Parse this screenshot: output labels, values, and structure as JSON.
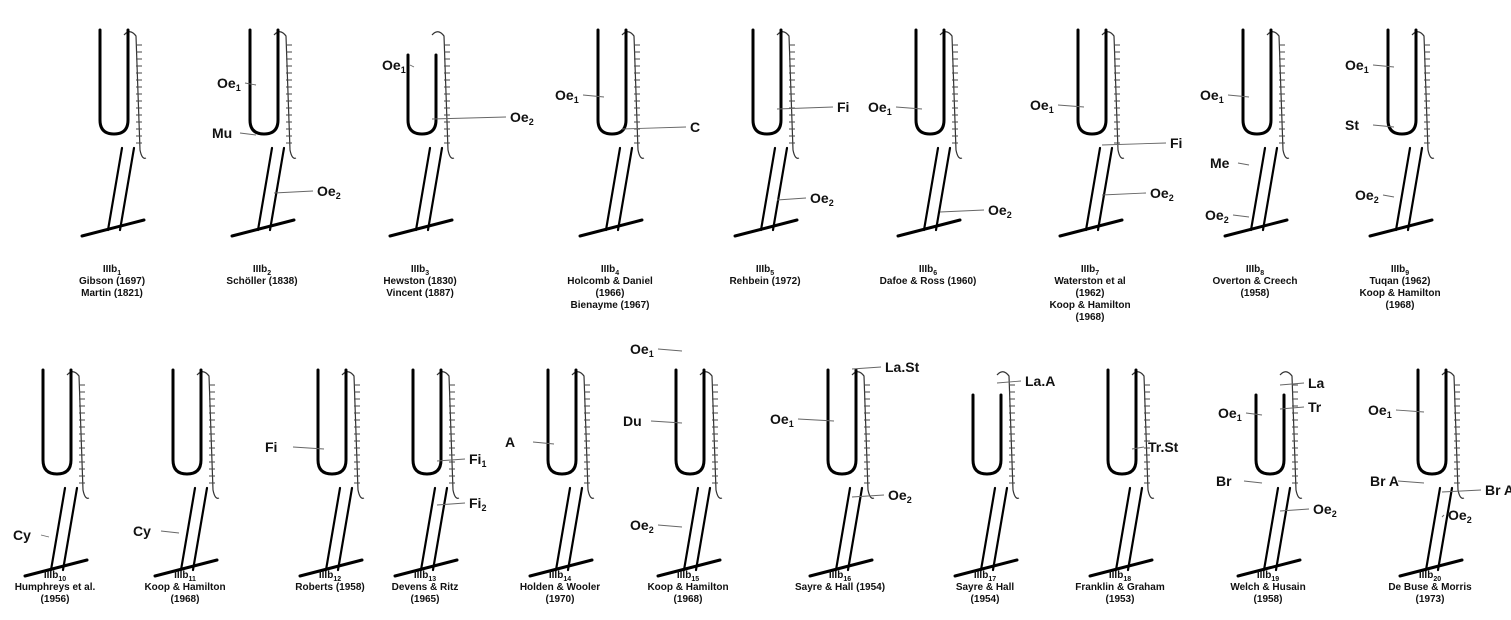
{
  "panels": [
    {
      "id": "b1",
      "caption": [
        "IIIb1",
        "Gibson (1697)",
        "Martin (1821)"
      ],
      "labels": []
    },
    {
      "id": "b2",
      "caption": [
        "IIIb2",
        "Schöller (1838)"
      ],
      "labels": [
        "Oe1",
        "Mu",
        "Oe2"
      ]
    },
    {
      "id": "b3",
      "caption": [
        "IIIb3",
        "Hewston (1830)",
        "Vincent (1887)"
      ],
      "labels": [
        "Oe1",
        "Oe2"
      ]
    },
    {
      "id": "b4",
      "caption": [
        "IIIb4",
        "Holcomb & Daniel",
        "(1966)",
        "Bienayme (1967)"
      ],
      "labels": [
        "Oe1",
        "C"
      ]
    },
    {
      "id": "b5",
      "caption": [
        "IIIb5",
        "Rehbein (1972)"
      ],
      "labels": [
        "Fi",
        "Oe2"
      ]
    },
    {
      "id": "b6",
      "caption": [
        "IIIb6",
        "Dafoe & Ross (1960)"
      ],
      "labels": [
        "Oe1",
        "Oe2"
      ]
    },
    {
      "id": "b7",
      "caption": [
        "IIIb7",
        "Waterston et al",
        "(1962)",
        "Koop & Hamilton",
        "(1968)"
      ],
      "labels": [
        "Oe1",
        "Fi",
        "Oe2"
      ]
    },
    {
      "id": "b8",
      "caption": [
        "IIIb8",
        "Overton & Creech",
        "(1958)"
      ],
      "labels": [
        "Oe1",
        "Me",
        "Oe2"
      ]
    },
    {
      "id": "b9",
      "caption": [
        "IIIb9",
        "Tuqan (1962)",
        "Koop & Hamilton",
        "(1968)"
      ],
      "labels": [
        "Oe1",
        "St",
        "Oe2"
      ]
    },
    {
      "id": "b10",
      "caption": [
        "IIIb10",
        "Humphreys et al.",
        "(1956)"
      ],
      "labels": [
        "Cy"
      ]
    },
    {
      "id": "b11",
      "caption": [
        "IIIb11",
        "Koop & Hamilton",
        "(1968)"
      ],
      "labels": [
        "Cy"
      ]
    },
    {
      "id": "b12",
      "caption": [
        "IIIb12",
        "Roberts (1958)"
      ],
      "labels": [
        "Fi"
      ]
    },
    {
      "id": "b13",
      "caption": [
        "IIIb13",
        "Devens & Ritz",
        "(1965)"
      ],
      "labels": [
        "Fi1",
        "Fi2"
      ]
    },
    {
      "id": "b14",
      "caption": [
        "IIIb14",
        "Holden & Wooler",
        "(1970)"
      ],
      "labels": [
        "A"
      ]
    },
    {
      "id": "b15",
      "caption": [
        "IIIb15",
        "Koop & Hamilton",
        "(1968)"
      ],
      "labels": [
        "Oe1",
        "Du",
        "Oe2"
      ]
    },
    {
      "id": "b16",
      "caption": [
        "IIIb16",
        "Sayre & Hall (1954)"
      ],
      "labels": [
        "La.St",
        "Oe1",
        "Oe2"
      ]
    },
    {
      "id": "b17",
      "caption": [
        "IIIb17",
        "Sayre & Hall",
        "(1954)"
      ],
      "labels": [
        "La.A"
      ]
    },
    {
      "id": "b18",
      "caption": [
        "IIIb18",
        "Franklin & Graham",
        "(1953)"
      ],
      "labels": [
        "Tr.St"
      ]
    },
    {
      "id": "b19",
      "caption": [
        "IIIb19",
        "Welch & Husain",
        "(1958)"
      ],
      "labels": [
        "La",
        "Tr",
        "Oe1",
        "Br",
        "Oe2"
      ]
    },
    {
      "id": "b20",
      "caption": [
        "IIIb20",
        "De Buse & Morris",
        "(1973)"
      ],
      "labels": [
        "Oe1",
        "Br A",
        "Br A",
        "Oe2"
      ]
    }
  ]
}
